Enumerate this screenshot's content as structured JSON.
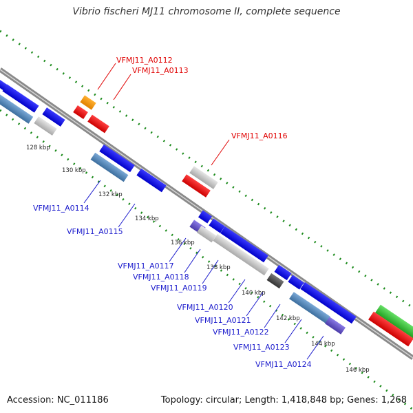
{
  "title": "Vibrio fischeri MJ11 chromosome II, complete sequence",
  "footer": {
    "accession": "Accession: NC_011186",
    "topology": "Topology: circular; Length: 1,418,848 bp; Genes: 1,268"
  },
  "colors": {
    "backbone": "#8a8a8a",
    "ticks": "#1a8a1a",
    "blue": "#1010ee",
    "steel": "#4a7fb0",
    "gray": "#c4c4c4",
    "red": "#ee1111",
    "orange": "#ff9900",
    "green": "#33cc33",
    "purple": "#6a5acd",
    "darkgray": "#555555",
    "top_label": "#e00000",
    "bottom_label": "#1a1acc"
  },
  "scale_labels": [
    "128 kbp",
    "130 kbp",
    "132 kbp",
    "134 kbp",
    "136 kbp",
    "138 kbp",
    "140 kbp",
    "142 kbp",
    "144 kbp",
    "146 kbp"
  ],
  "top_genes": [
    "VFMJ11_A0112",
    "VFMJ11_A0113",
    "VFMJ11_A0116"
  ],
  "bottom_genes": [
    "VFMJ11_A0114",
    "VFMJ11_A0115",
    "VFMJ11_A0117",
    "VFMJ11_A0118",
    "VFMJ11_A0119",
    "VFMJ11_A0120",
    "VFMJ11_A0121",
    "VFMJ11_A0122",
    "VFMJ11_A0123",
    "VFMJ11_A0124"
  ]
}
